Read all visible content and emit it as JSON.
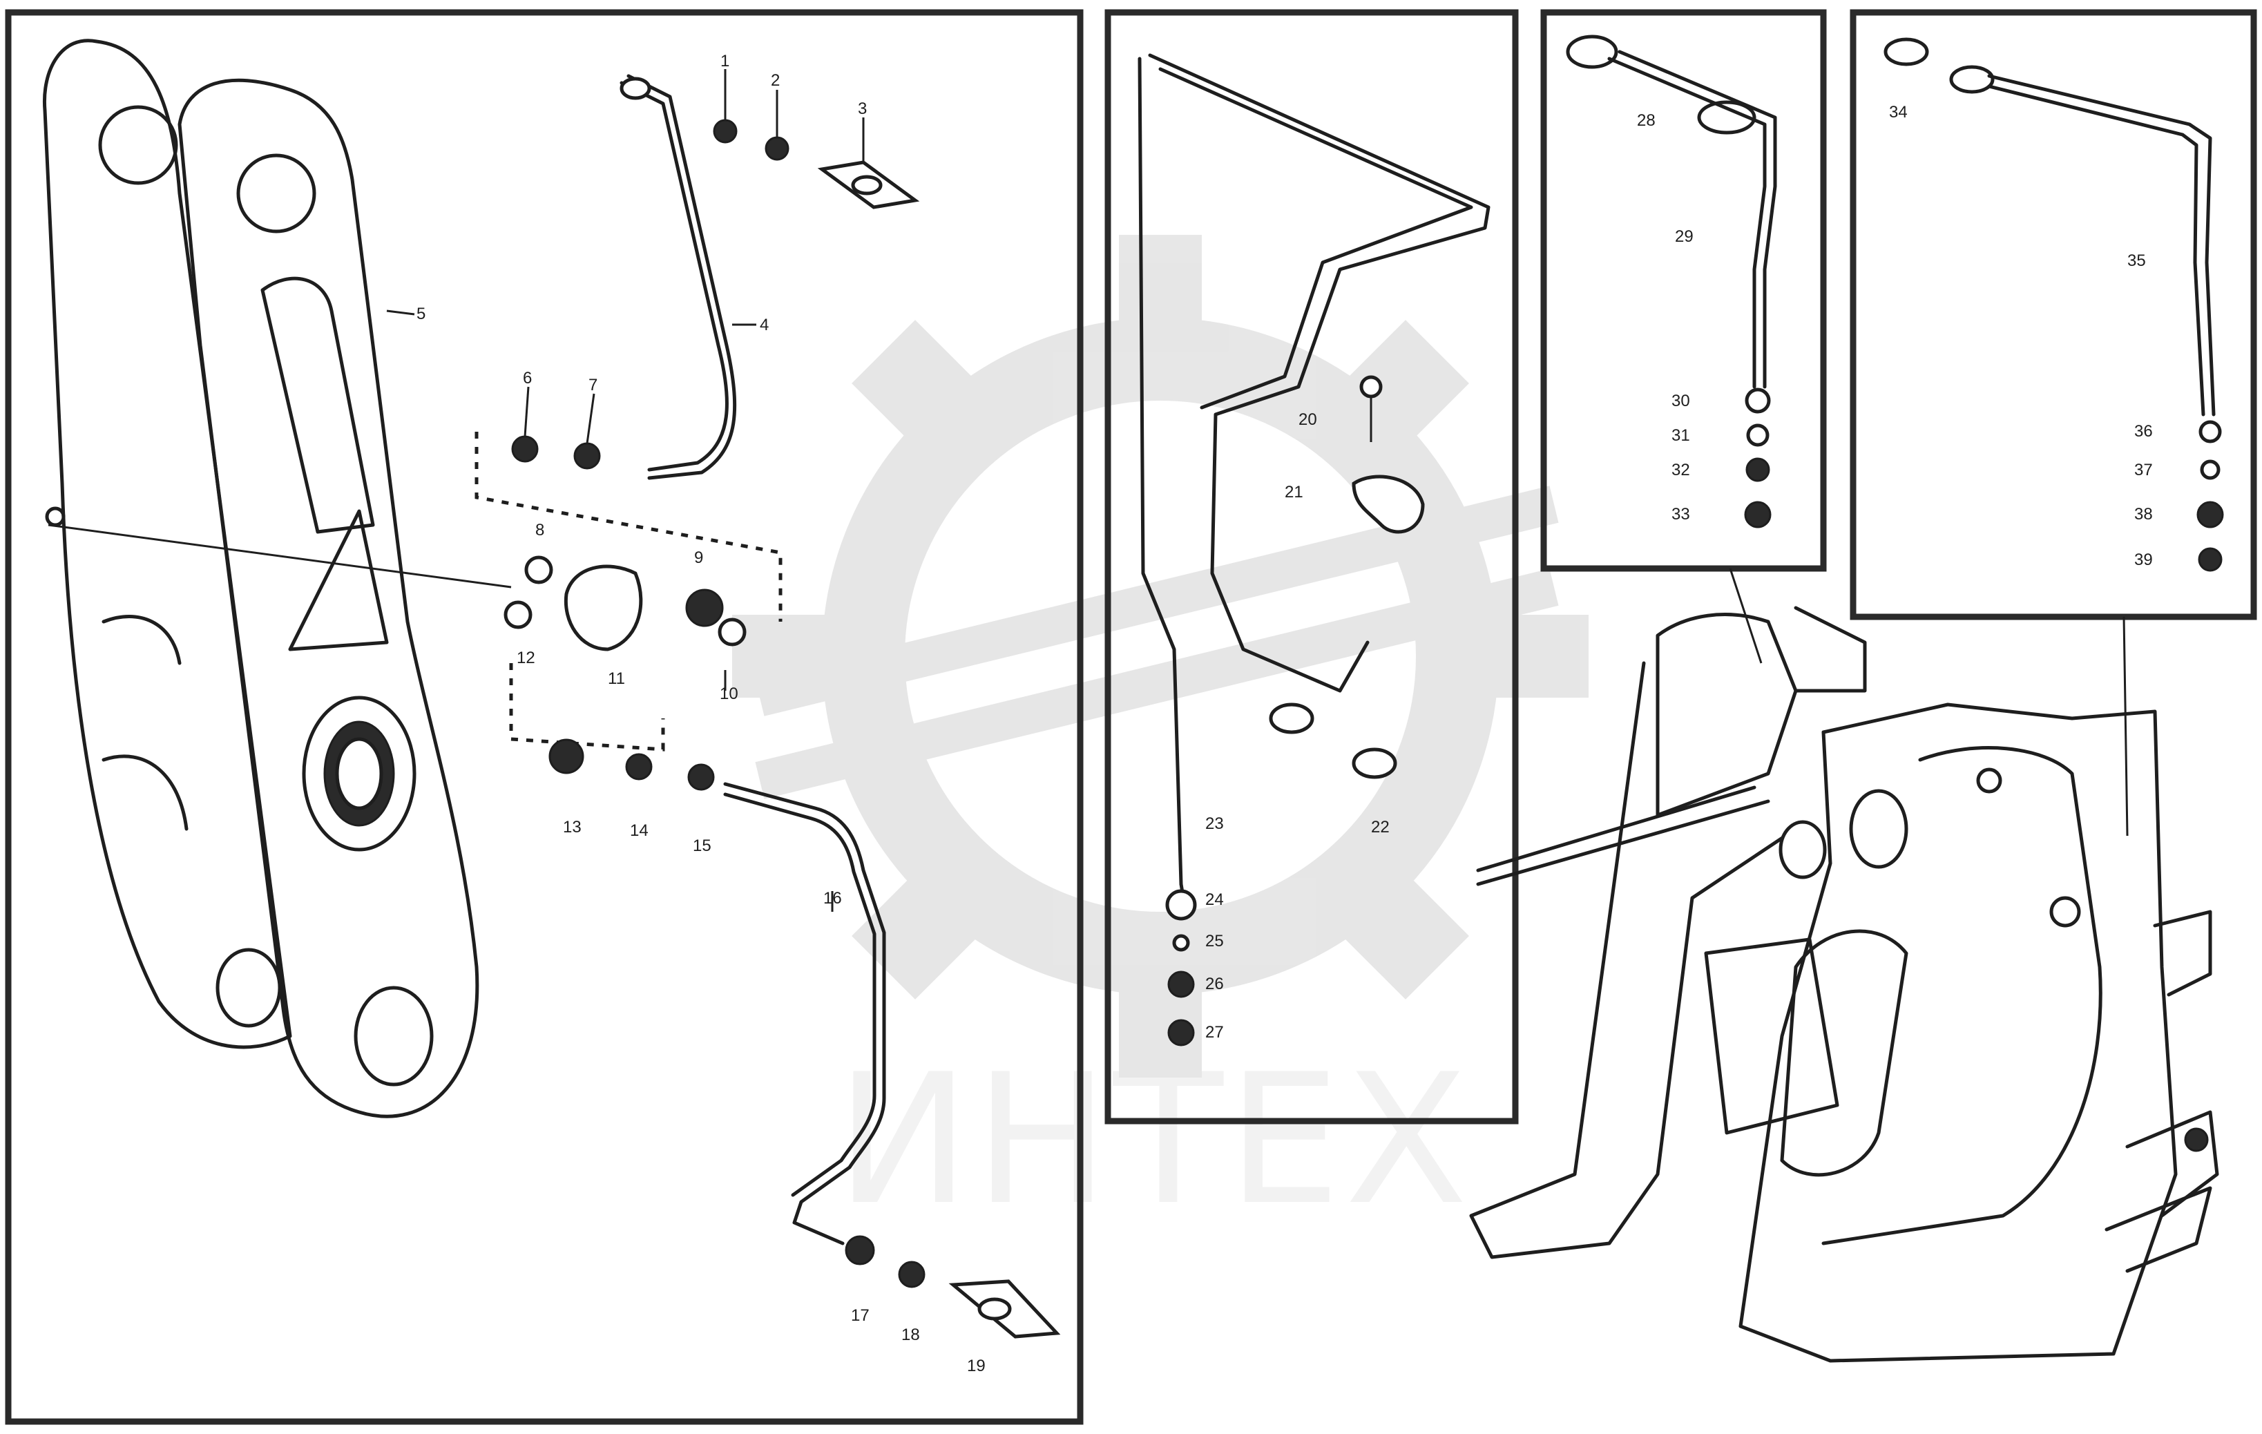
{
  "watermark": {
    "text": "ИНТЕХ",
    "color": "#c9c9c9"
  },
  "diagram_code": [
    "",
    "",
    ""
  ],
  "callouts": {
    "left": [
      {
        "id": "c_1",
        "label": "1"
      },
      {
        "id": "c_2",
        "label": "2"
      },
      {
        "id": "c_3",
        "label": "3"
      },
      {
        "id": "c_4",
        "label": "4"
      },
      {
        "id": "c_5",
        "label": "5"
      },
      {
        "id": "c_6",
        "label": "6"
      },
      {
        "id": "c_7",
        "label": "7"
      },
      {
        "id": "c_8",
        "label": "8"
      },
      {
        "id": "c_9",
        "label": "9"
      },
      {
        "id": "c_10",
        "label": "10"
      },
      {
        "id": "c_11",
        "label": "11"
      },
      {
        "id": "c_12",
        "label": "12"
      },
      {
        "id": "c_13",
        "label": "13"
      },
      {
        "id": "c_14",
        "label": "14"
      },
      {
        "id": "c_15",
        "label": "15"
      },
      {
        "id": "c_16",
        "label": "16"
      },
      {
        "id": "c_17",
        "label": "17"
      },
      {
        "id": "c_18",
        "label": "18"
      },
      {
        "id": "c_19",
        "label": "19"
      }
    ],
    "middle": [
      {
        "id": "m_20",
        "label": "20"
      },
      {
        "id": "m_21",
        "label": "21"
      },
      {
        "id": "m_22",
        "label": "22"
      },
      {
        "id": "m_23",
        "label": "23"
      },
      {
        "id": "m_24",
        "label": "24"
      },
      {
        "id": "m_25",
        "label": "25"
      },
      {
        "id": "m_26",
        "label": "26"
      },
      {
        "id": "m_27",
        "label": "27"
      }
    ],
    "inset1": [
      {
        "id": "i1_28",
        "label": "28"
      },
      {
        "id": "i1_29",
        "label": "29"
      },
      {
        "id": "i1_30",
        "label": "30"
      },
      {
        "id": "i1_31",
        "label": "31"
      },
      {
        "id": "i1_32",
        "label": "32"
      },
      {
        "id": "i1_33",
        "label": "33"
      }
    ],
    "inset2": [
      {
        "id": "i2_34",
        "label": "34"
      },
      {
        "id": "i2_35",
        "label": "35"
      },
      {
        "id": "i2_36",
        "label": "36"
      },
      {
        "id": "i2_37",
        "label": "37"
      },
      {
        "id": "i2_38",
        "label": "38"
      },
      {
        "id": "i2_39",
        "label": "39"
      }
    ]
  }
}
